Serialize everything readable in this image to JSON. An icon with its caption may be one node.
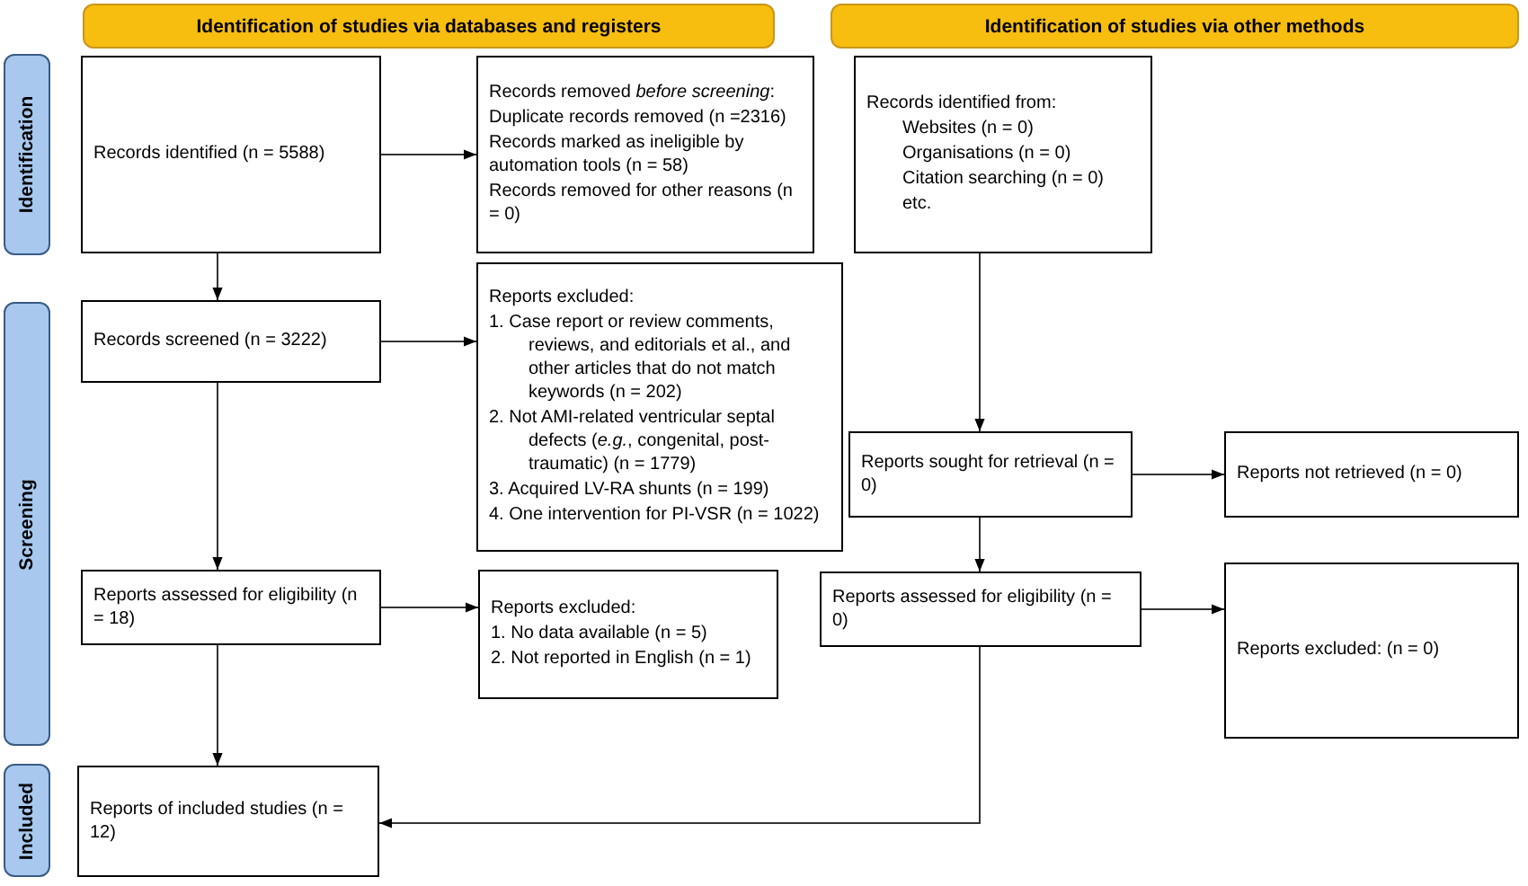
{
  "diagram": {
    "nodes": [
      {
        "text": [
          "Identification of studies via databases and registers"
        ]
      },
      {
        "text": [
          "Identification of studies via other methods"
        ]
      },
      {
        "text": [
          "Identification"
        ]
      },
      {
        "text": [
          "Screening"
        ]
      },
      {
        "text": [
          "Included"
        ]
      },
      {
        "text": [
          "Records identified (n = 5588)"
        ]
      },
      {
        "text": [
          "Records removed *before screening*:",
          "Duplicate records removed (n =2316)",
          "Records marked as ineligible by automation tools (n = 58)",
          "Records removed for other reasons (n = 0)"
        ]
      },
      {
        "text": [
          "Records identified from:",
          "Websites (n = 0)",
          "Organisations (n = 0)",
          "Citation searching (n = 0)",
          "etc."
        ]
      },
      {
        "text": [
          "Records screened (n = 3222)"
        ]
      },
      {
        "text": [
          "Reports excluded:",
          "1. Case report or review comments, reviews, and editorials et al., and other articles that do not match keywords (n = 202)",
          "2. Not AMI-related ventricular septal defects (*e.g.*, congenital, post-traumatic) (n = 1779)",
          "3. Acquired LV-RA shunts (n = 199)",
          "4. One intervention for PI-VSR (n = 1022)"
        ]
      },
      {
        "text": [
          "Reports sought for retrieval (n = 0)"
        ]
      },
      {
        "text": [
          "Reports not retrieved (n = 0)"
        ]
      },
      {
        "text": [
          "Reports assessed for eligibility (n = 18)"
        ]
      },
      {
        "text": [
          "Reports excluded:",
          "1. No data available (n = 5)",
          "2. Not reported in English (n = 1)"
        ]
      },
      {
        "text": [
          "Reports assessed for eligibility (n = 0)"
        ]
      },
      {
        "text": [
          "Reports excluded: (n = 0)"
        ]
      },
      {
        "text": [
          "Reports of included studies (n = 12)"
        ]
      }
    ],
    "edges": [
      {
        "from": 5,
        "to": 8,
        "arrow": "to"
      },
      {
        "from": 5,
        "to": 6,
        "arrow": "to"
      },
      {
        "from": 8,
        "to": 9,
        "arrow": "to"
      },
      {
        "from": 8,
        "to": 12,
        "arrow": "to"
      },
      {
        "from": 12,
        "to": 13,
        "arrow": "to"
      },
      {
        "from": 12,
        "to": 16,
        "arrow": "to"
      },
      {
        "from": 7,
        "to": 10,
        "arrow": "to"
      },
      {
        "from": 10,
        "to": 11,
        "arrow": "to"
      },
      {
        "from": 10,
        "to": 14,
        "arrow": "to"
      },
      {
        "from": 14,
        "to": 15,
        "arrow": "to"
      },
      {
        "from": 14,
        "to": 16,
        "arrow": "to"
      }
    ]
  }
}
